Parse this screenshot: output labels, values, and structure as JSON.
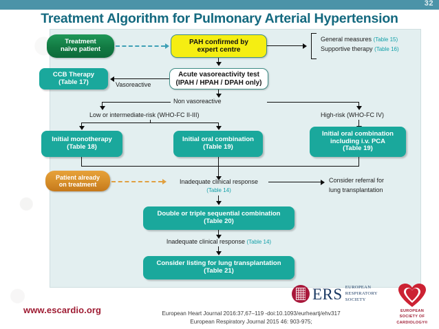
{
  "slide": {
    "page_number": "32",
    "title": "Treatment Algorithm for Pulmonary Arterial Hypertension"
  },
  "nodes": {
    "treatment_naive": {
      "line1": "Treatment",
      "line2": "naïve patient"
    },
    "pah_confirmed": {
      "line1": "PAH confirmed by",
      "line2": "expert centre"
    },
    "acute_vaso_test": {
      "line1": "Acute vasoreactivity test",
      "line2": "(IPAH / HPAH / DPAH only)"
    },
    "ccb_therapy": {
      "line1": "CCB Therapy",
      "line2": "(Table 17)"
    },
    "initial_monotherapy": {
      "line1": "Initial monotherapy",
      "line2": "(Table 18)"
    },
    "initial_oral_combination": {
      "line1": "Initial oral combination",
      "line2": "(Table 19)"
    },
    "initial_oral_combination_pca": {
      "line1": "Initial oral combination",
      "line2": "including i.v. PCA",
      "line3": "(Table 19)"
    },
    "double_triple": {
      "line1": "Double or triple sequential combination",
      "line2": "(Table 20)"
    },
    "consider_listing": {
      "line1": "Consider listing for lung transplantation",
      "line2": "(Table 21)"
    },
    "patient_already": {
      "line1": "Patient already",
      "line2": "on treatment"
    }
  },
  "labels": {
    "general_measures": "General measures",
    "general_measures_table": "(Table 15)",
    "supportive_therapy": "Supportive therapy",
    "supportive_therapy_table": "(Table 16)",
    "vasoreactive": "Vasoreactive",
    "non_vasoreactive": "Non vasoreactive",
    "low_intermediate_risk": "Low or intermediate-risk (WHO-FC II-III)",
    "high_risk": "High-risk (WHO-FC IV)",
    "inadequate_response_1": "Inadequate clinical response",
    "inadequate_response_1_table": "(Table 14)",
    "consider_referral_1": "Consider referral for",
    "consider_referral_2": "lung transplantation",
    "inadequate_response_2": "Inadequate clinical response",
    "inadequate_response_2_table": "(Table 14)"
  },
  "footer": {
    "url": "www.escardio.org",
    "citation_line1": "European Heart Journal 2016:37,67–119 -doi:10.1093/eurheartj/ehv317",
    "citation_line2": "European Respiratory Journal 2015 46: 903-975;",
    "ers_acronym": "ERS",
    "ers_sub_line1": "EUROPEAN",
    "ers_sub_line2": "RESPIRATORY",
    "ers_sub_line3": "SOCIETY",
    "esc_sub_line1": "EUROPEAN",
    "esc_sub_line2": "SOCIETY OF",
    "esc_sub_line3": "CARDIOLOGY®"
  },
  "colors": {
    "title": "#14697f",
    "panel_bg": "#e3eff0",
    "teal_box": "#1aa89c",
    "green_pill": "#127a43",
    "orange_pill": "#d8902b",
    "yellow_box": "#f5ee12",
    "table_ref": "#11a0a8",
    "topbar": "#4b93a8",
    "footer_url": "#9e1b32"
  }
}
